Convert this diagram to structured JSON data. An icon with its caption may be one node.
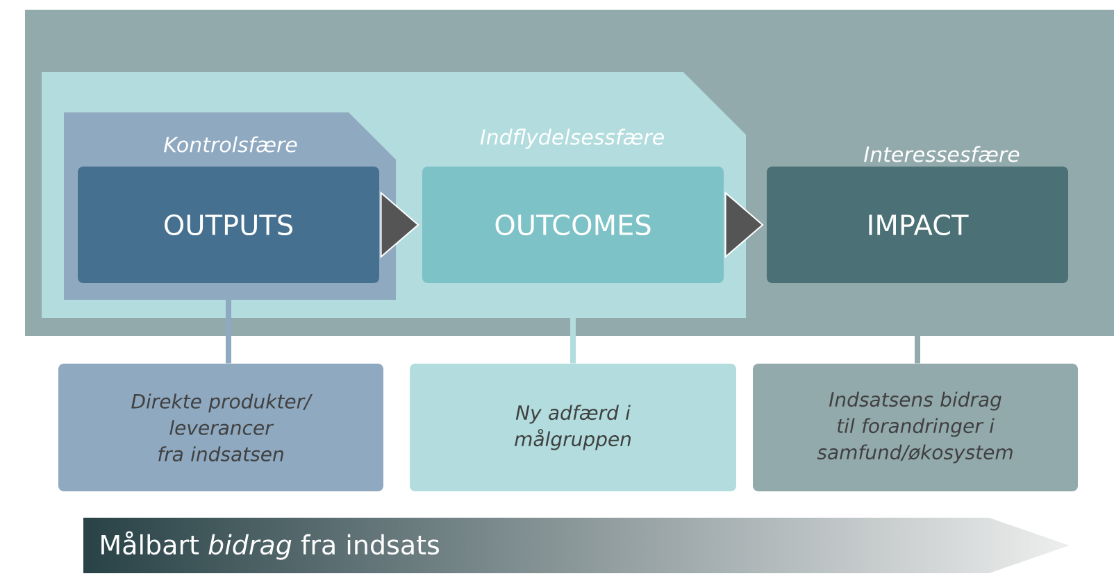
{
  "diagram": {
    "nodes": [
      {
        "text": [
          "Interessesfære"
        ]
      },
      {
        "text": [
          "Indflydelsessfære"
        ],
        "in": 0
      },
      {
        "text": [
          "Kontrolsfære"
        ],
        "in": 1
      },
      {
        "text": [
          "OUTPUTS"
        ],
        "in": 2
      },
      {
        "text": [
          "OUTCOMES"
        ],
        "in": 1
      },
      {
        "text": [
          "IMPACT"
        ],
        "in": 0
      },
      {
        "text": [
          "Direkte produkter/ leverancer fra indsatsen"
        ]
      },
      {
        "text": [
          "Ny adfærd i målgruppen"
        ]
      },
      {
        "text": [
          "Indsatsens bidrag til forandringer i samfund/økosystem"
        ]
      },
      {
        "text": [
          "Målbart *bidrag* fra indsats"
        ]
      }
    ],
    "edges": [
      {
        "from": 3,
        "to": 4,
        "arrow": "to",
        "color": "#555555"
      },
      {
        "from": 4,
        "to": 5,
        "arrow": "to",
        "color": "#555555"
      },
      {
        "from": 3,
        "to": 6,
        "arrow": "none",
        "color": "#8fa9c0"
      },
      {
        "from": 4,
        "to": 7,
        "arrow": "none",
        "color": "#b2dcdd"
      },
      {
        "from": 5,
        "to": 8,
        "arrow": "none",
        "color": "#93aaac"
      }
    ]
  }
}
